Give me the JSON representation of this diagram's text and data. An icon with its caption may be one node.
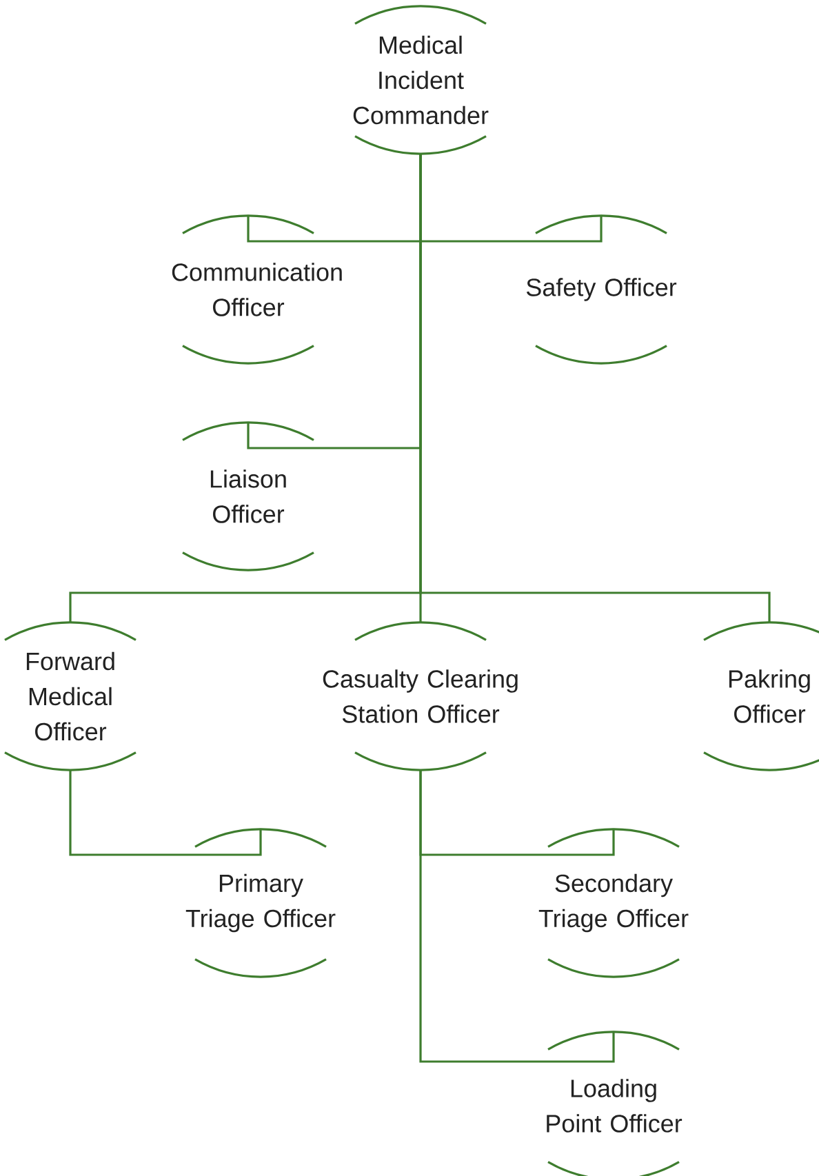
{
  "diagram": {
    "nodes": [
      {
        "text": [
          "Medical Incident Commander"
        ]
      },
      {
        "text": [
          "Communication Officer"
        ]
      },
      {
        "text": [
          "Safety Officer"
        ]
      },
      {
        "text": [
          "Liaison Officer"
        ]
      },
      {
        "text": [
          "Forward Medical Officer"
        ]
      },
      {
        "text": [
          "Casualty Clearing Station Officer"
        ]
      },
      {
        "text": [
          "Pakring Officer"
        ]
      },
      {
        "text": [
          "Primary Triage Officer"
        ]
      },
      {
        "text": [
          "Secondary Triage Officer"
        ]
      },
      {
        "text": [
          "Loading Point Officer"
        ]
      }
    ],
    "edges": [
      {
        "from": 0,
        "to": 1,
        "arrow": "none"
      },
      {
        "from": 0,
        "to": 2,
        "arrow": "none"
      },
      {
        "from": 0,
        "to": 3,
        "arrow": "none"
      },
      {
        "from": 0,
        "to": 4,
        "arrow": "none"
      },
      {
        "from": 0,
        "to": 5,
        "arrow": "none"
      },
      {
        "from": 0,
        "to": 6,
        "arrow": "none"
      },
      {
        "from": 4,
        "to": 7,
        "arrow": "none"
      },
      {
        "from": 5,
        "to": 8,
        "arrow": "none"
      },
      {
        "from": 5,
        "to": 9,
        "arrow": "none"
      }
    ]
  }
}
